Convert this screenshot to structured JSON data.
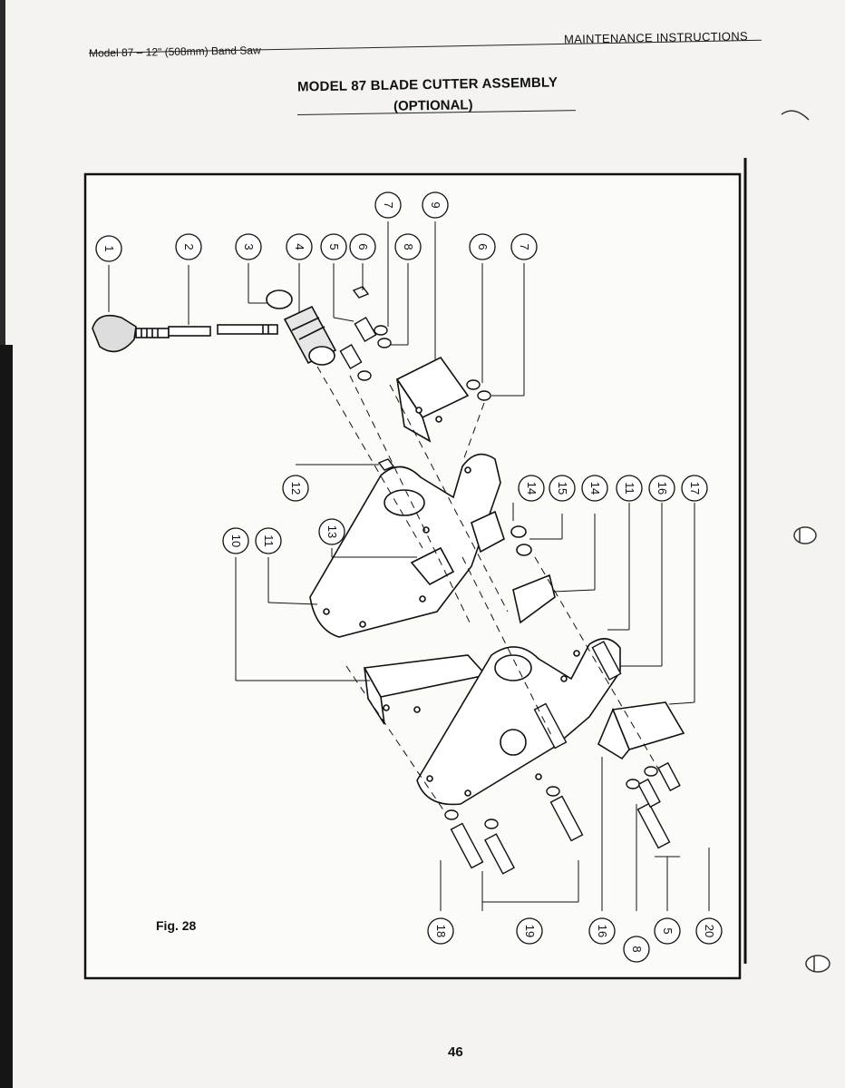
{
  "header": {
    "left": "Model 87 – 12\" (508mm) Band Saw",
    "right": "MAINTENANCE INSTRUCTIONS"
  },
  "title": {
    "line1": "MODEL 87 BLADE CUTTER ASSEMBLY",
    "line2": "(OPTIONAL)"
  },
  "figure": {
    "label": "Fig. 28",
    "callouts": [
      "1",
      "2",
      "3",
      "4",
      "5",
      "6",
      "7",
      "8",
      "9",
      "6",
      "7",
      "12",
      "14",
      "15",
      "14",
      "11",
      "16",
      "17",
      "10",
      "11",
      "13",
      "18",
      "19",
      "16",
      "8",
      "5",
      "20"
    ]
  },
  "page_number": "46",
  "binder_holes": [
    "hole-icon",
    "hole-icon",
    "hole-icon",
    "hole-icon"
  ]
}
